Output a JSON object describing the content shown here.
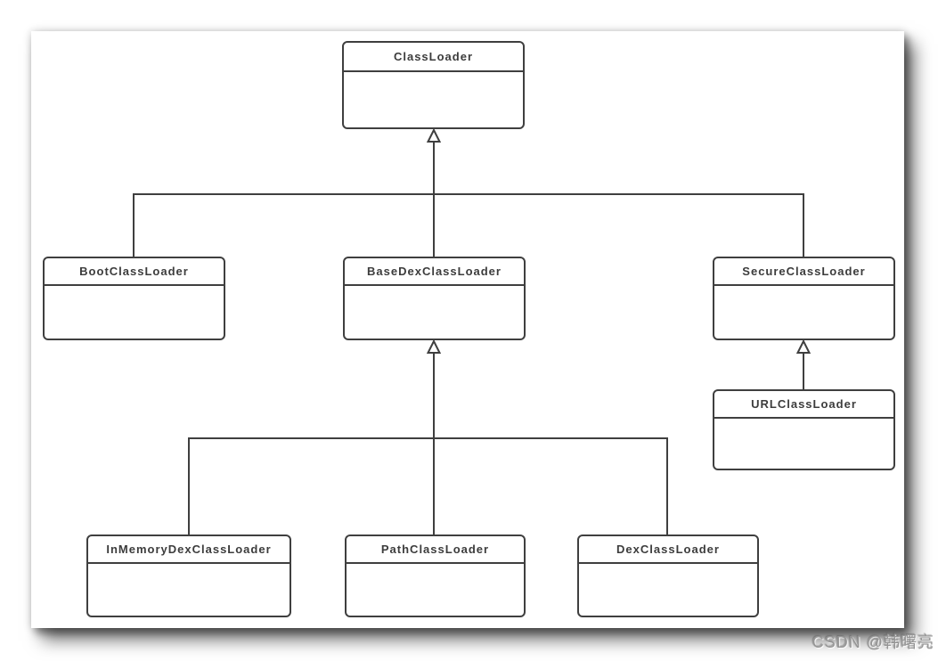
{
  "diagram": {
    "type": "uml-class-inheritance",
    "nodes": {
      "classloader": {
        "label": "ClassLoader"
      },
      "bootclassloader": {
        "label": "BootClassLoader"
      },
      "basedexclassloader": {
        "label": "BaseDexClassLoader"
      },
      "secureclassloader": {
        "label": "SecureClassLoader"
      },
      "urlclassloader": {
        "label": "URLClassLoader"
      },
      "inmemorydexclassloader": {
        "label": "InMemoryDexClassLoader"
      },
      "pathclassloader": {
        "label": "PathClassLoader"
      },
      "dexclassloader": {
        "label": "DexClassLoader"
      }
    },
    "edges": [
      {
        "from": "BootClassLoader",
        "to": "ClassLoader",
        "type": "extends"
      },
      {
        "from": "BaseDexClassLoader",
        "to": "ClassLoader",
        "type": "extends"
      },
      {
        "from": "SecureClassLoader",
        "to": "ClassLoader",
        "type": "extends"
      },
      {
        "from": "URLClassLoader",
        "to": "SecureClassLoader",
        "type": "extends"
      },
      {
        "from": "InMemoryDexClassLoader",
        "to": "BaseDexClassLoader",
        "type": "extends"
      },
      {
        "from": "PathClassLoader",
        "to": "BaseDexClassLoader",
        "type": "extends"
      },
      {
        "from": "DexClassLoader",
        "to": "BaseDexClassLoader",
        "type": "extends"
      }
    ],
    "colors": {
      "stroke": "#3f3f3f",
      "node_fill": "#ffffff",
      "text": "#3c3c3c"
    }
  },
  "watermark": {
    "text": "CSDN @韩曙亮"
  }
}
